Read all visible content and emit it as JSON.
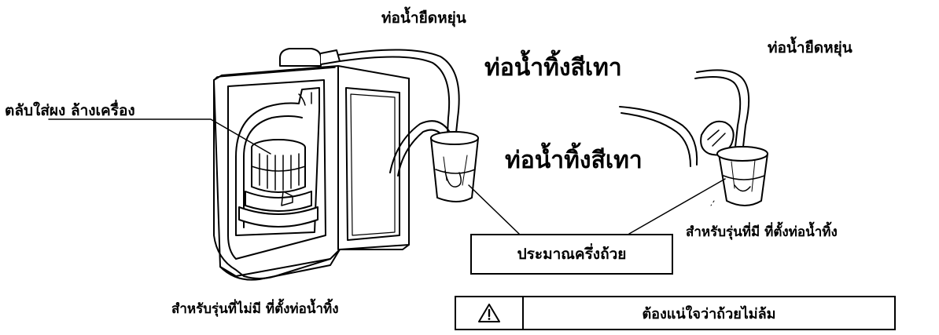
{
  "labels": {
    "hose_top": "ท่อน้ำยืดหยุ่น",
    "hose_right": "ท่อน้ำยืดหยุ่น",
    "gray_water_1": "ท่อน้ำทิ้งสีเทา",
    "gray_water_2": "ท่อน้ำทิ้งสีเทา",
    "detergent_cartridge": "ตลับใส่ผง ล้างเครื่อง",
    "half_cup": "ประมาณครึ่งถ้วย",
    "with_holder": "สำหรับรุ่นที่มี ที่ตั้งท่อน้ำทิ้ง",
    "without_holder": "สำหรับรุ่นที่ไม่มี ที่ตั้งท่อน้ำทิ้ง",
    "warning": "ต้องแน่ใจว่าถ้วยไม่ล้ม"
  },
  "icons": {
    "warning": "warning-triangle-icon"
  }
}
